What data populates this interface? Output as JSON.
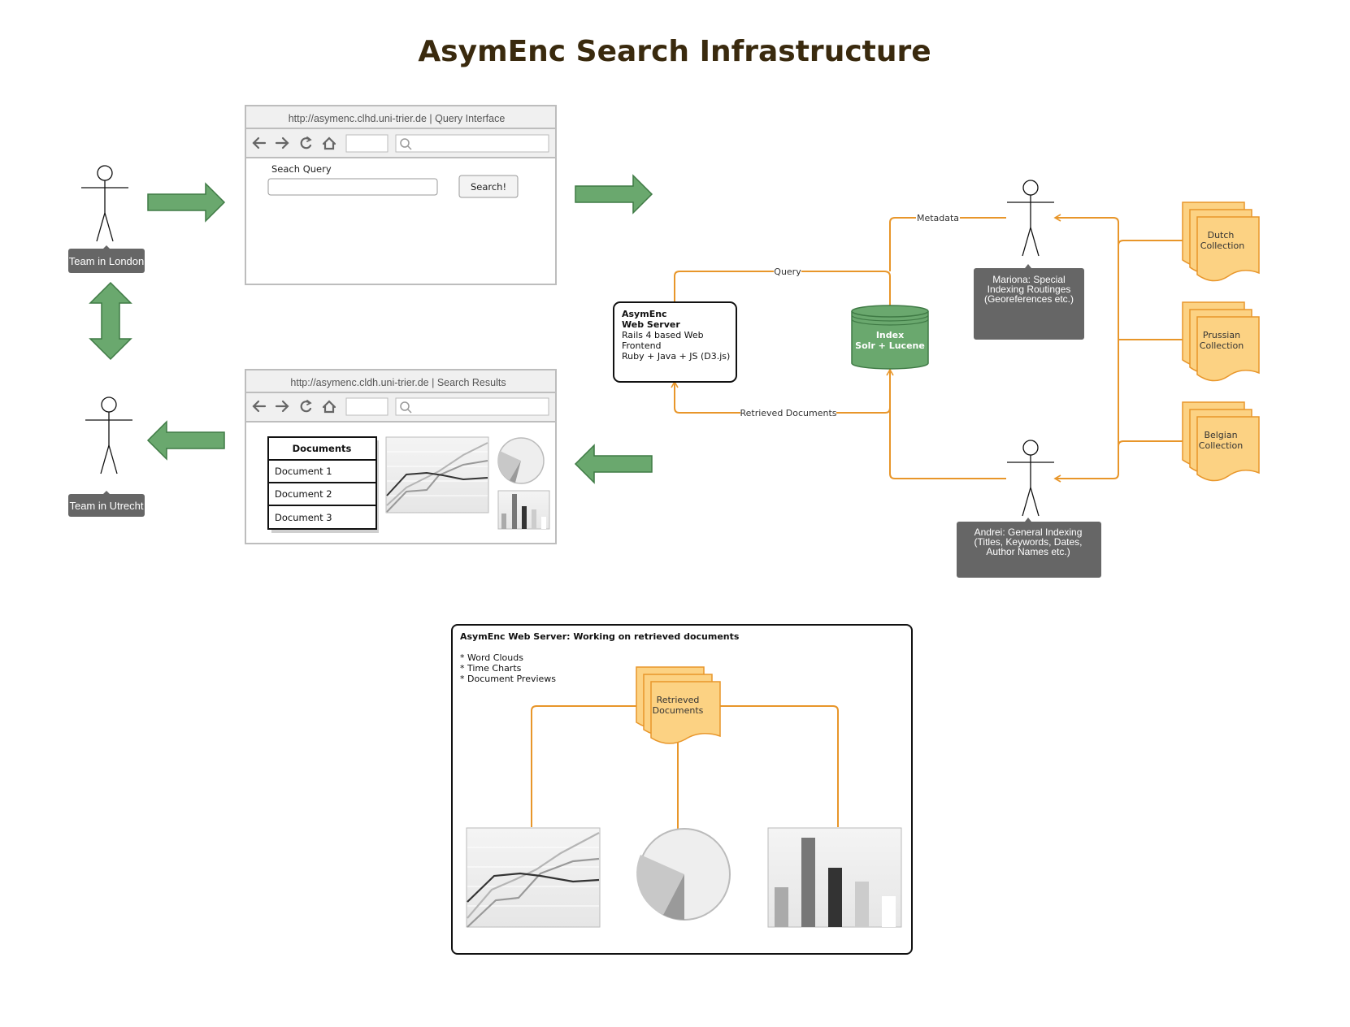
{
  "title": "AsymEnc Search Infrastructure",
  "actors": {
    "london": "Team in London",
    "utrecht": "Team in Utrecht",
    "mariona": [
      "Mariona: Special",
      "Indexing Routinges",
      "(Georeferences etc.)"
    ],
    "andrei": [
      "Andrei: General  Indexing",
      "(Titles, Keywords, Dates,",
      "Author Names etc.)"
    ]
  },
  "query_browser": {
    "url": "http://asymenc.clhd.uni-trier.de | Query  Interface",
    "search_label": "Seach  Query",
    "search_button": "Search!"
  },
  "results_browser": {
    "url": "http://asymenc.cldh.uni-trier.de |  Search  Results",
    "table_header": "Documents",
    "rows": [
      "Document 1",
      "Document 2",
      "Document 3"
    ]
  },
  "server": {
    "name_line1": "AsymEnc",
    "name_line2": "Web Server",
    "desc": [
      "Rails 4 based Web",
      "Frontend",
      "Ruby + Java + JS (D3.js)"
    ]
  },
  "index": {
    "line1": "Index",
    "line2": "Solr + Lucene"
  },
  "edges": {
    "query": "Query",
    "metadata": "Metadata",
    "retrieved": "Retrieved Documents"
  },
  "collections": [
    [
      "Dutch",
      "Collection"
    ],
    [
      "Prussian",
      "Collection"
    ],
    [
      "Belgian",
      "Collection"
    ]
  ],
  "work_panel": {
    "title": "AsymEnc Web Server: Working on retrieved documents",
    "items": [
      "* Word Clouds",
      "* Time Charts",
      "* Document Previews"
    ],
    "docs": [
      "Retrieved",
      "Documents"
    ]
  },
  "colors": {
    "green": "#6aa86e",
    "orange": "#e8962a",
    "doc_fill": "#fcd283",
    "actor_box": "#666666"
  }
}
